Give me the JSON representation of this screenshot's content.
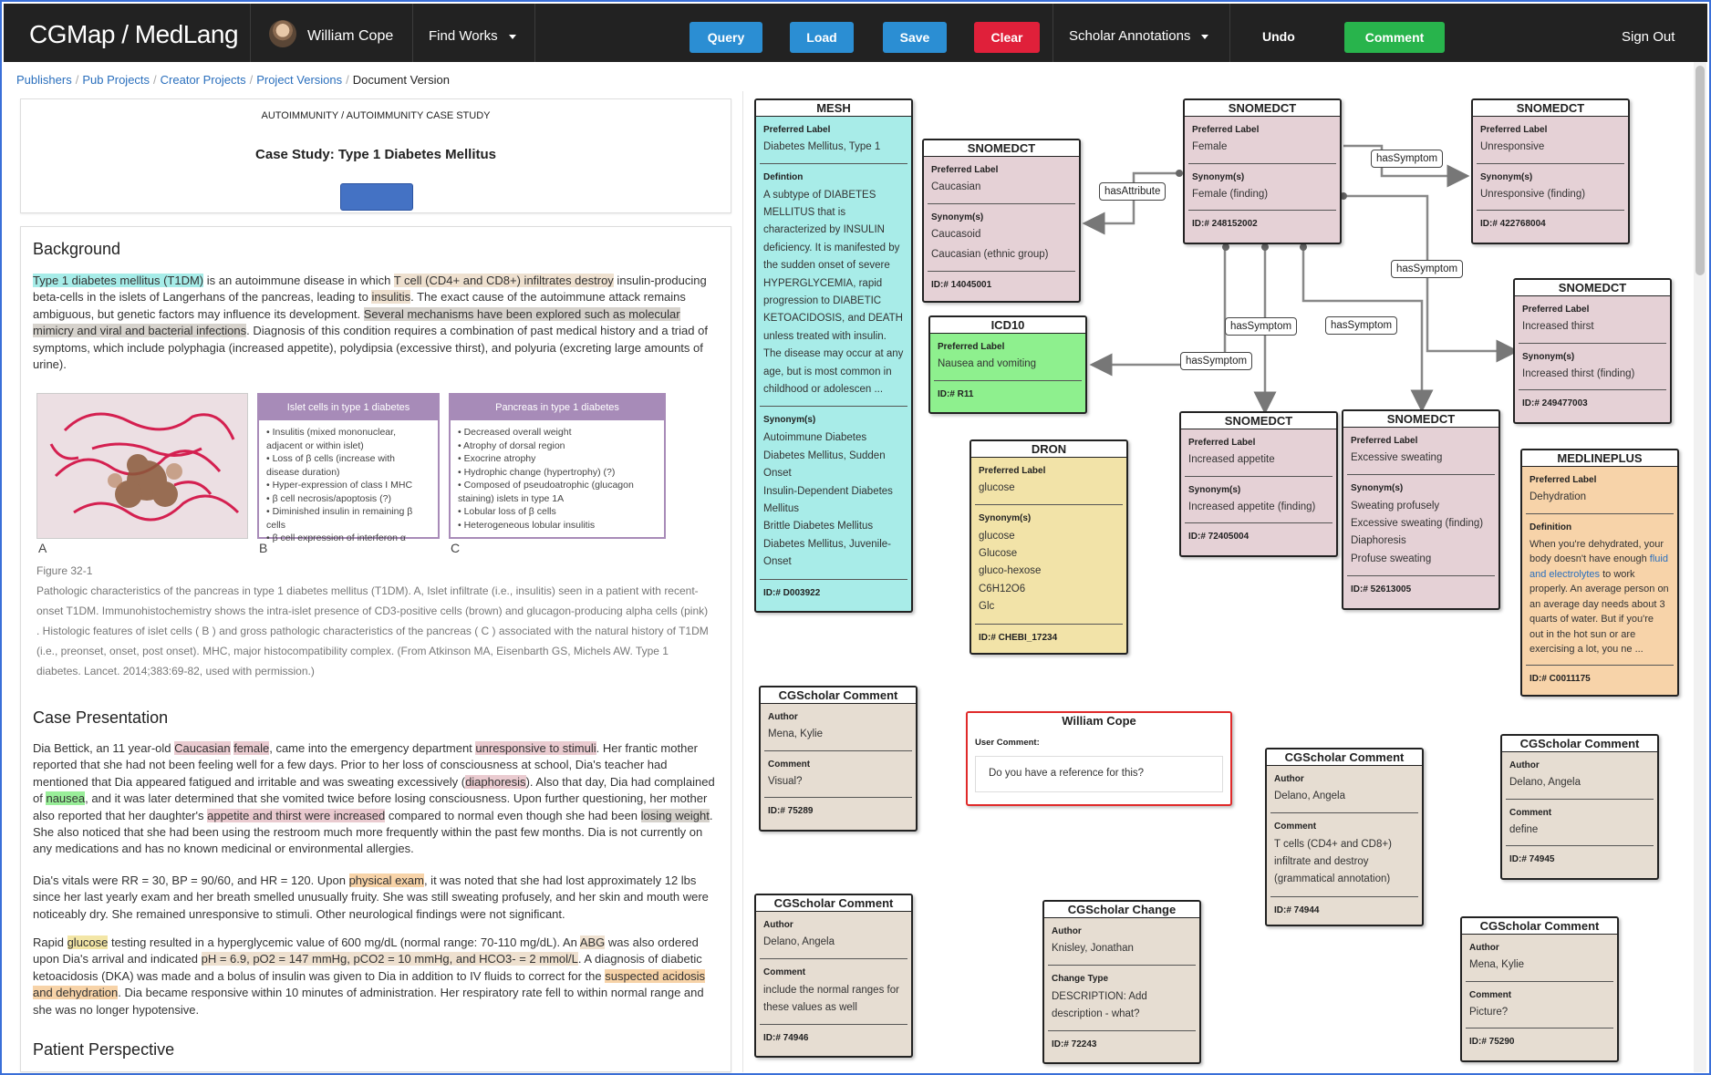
{
  "brand": "CGMap / MedLang",
  "topbar": {
    "user_name": "William Cope",
    "find_works": "Find Works",
    "query": "Query",
    "load": "Load",
    "save": "Save",
    "clear": "Clear",
    "scholar_annotations": "Scholar Annotations",
    "undo": "Undo",
    "comment": "Comment",
    "sign_out": "Sign Out",
    "colors": {
      "blue": "#2b8ed3",
      "red": "#e0203a",
      "green": "#28b44c",
      "bar": "#222222"
    }
  },
  "breadcrumb": {
    "items": [
      "Publishers",
      "Pub Projects",
      "Creator Projects",
      "Project Versions"
    ],
    "current": "Document Version"
  },
  "doc": {
    "category": "AUTOIMMUNITY / AUTOIMMUNITY CASE STUDY",
    "title": "Case Study: Type 1 Diabetes Mellitus",
    "background_heading": "Background",
    "bg": {
      "t1": "Type 1 diabetes mellitus (T1DM)",
      "t2": " is an autoimmune disease in which ",
      "t3": "T cell (CD4+ and CD8+) infiltrates destroy",
      "t4": " insulin-producing beta-cells in the islets of Langerhans of the pancreas, leading to ",
      "t5": "insulitis",
      "t6": ". The exact cause of the autoimmune attack remains ambiguous, but genetic factors may influence its development. ",
      "t7": "Several mechanisms have been explored such as molecular mimicry and viral and bacterial infections",
      "t8": ". Diagnosis of this condition requires a combination of past medical history and a triad of symptoms, which include polyphagia (increased appetite), polydipsia (excessive thirst), and polyuria (excreting large amounts of urine)."
    },
    "figure": {
      "box_b_title": "Islet cells in type 1 diabetes",
      "box_b_items": [
        "Insulitis (mixed mononuclear, adjacent or within islet)",
        "Loss of β cells (increase with disease duration)",
        "Hyper-expression of class I MHC",
        "β cell necrosis/apoptosis (?)",
        "Diminished insulin in remaining β cells",
        "β cell expression of interferon α"
      ],
      "box_c_title": "Pancreas in type 1 diabetes",
      "box_c_items": [
        "Decreased overall weight",
        "Atrophy of dorsal region",
        "Exocrine atrophy",
        "Hydrophic change (hypertrophy) (?)",
        "Composed of pseudoatrophic (glucagon staining) islets in type 1A",
        "Lobular loss of β cells",
        "Heterogeneous lobular insulitis"
      ],
      "letter_a": "A",
      "letter_b": "B",
      "letter_c": "C",
      "caption_label": "Figure 32-1",
      "caption_text": "Pathologic characteristics of the pancreas in type 1 diabetes mellitus (T1DM). A, Islet infiltrate (i.e., insulitis) seen in a patient with recent-onset T1DM. Immunohistochemistry shows the intra-islet presence of CD3-positive cells (brown) and glucagon-producing alpha cells (pink) . Histologic features of islet cells ( B ) and gross pathologic characteristics of the pancreas ( C ) associated with the natural history of T1DM (i.e., preonset, onset, post onset). MHC, major histocompatibility complex. (From Atkinson MA, Eisenbarth GS, Michels AW. Type 1 diabetes. Lancet. 2014;383:69-82, used with permission.)"
    },
    "case_heading": "Case Presentation",
    "cp1": {
      "t1": "Dia Bettick, an 11 year-old ",
      "t2": "Caucasian",
      "t3": " ",
      "t4": "female",
      "t5": ", came into the emergency department ",
      "t6": "unresponsive to stimuli",
      "t7": ". Her frantic mother reported that she had not been feeling well for a few days. Prior to her loss of consciousness at school, Dia's teacher had mentioned that Dia appeared fatigued and irritable and was sweating excessively (",
      "t8": "diaphoresis",
      "t9": "). Also that day, Dia had complained of ",
      "t10": "nausea",
      "t11": ", and it was later determined that she vomited twice before losing consciousness. Upon further questioning, her mother also reported that her daughter's ",
      "t12": "appetite and thirst were increased",
      "t13": " compared to normal even though she had been ",
      "t14": "losing weight",
      "t15": ". She also noticed that she had been using the restroom much more frequently within the past few months. Dia is not currently on any medications and has no known medicinal or environmental allergies."
    },
    "cp2": {
      "t1": "Dia's vitals were RR = 30, BP = 90/60, and HR = 120. Upon ",
      "t2": "physical exam",
      "t3": ", it was noted that she had lost approximately 12 lbs since her last yearly exam and her breath smelled unusually fruity. She was still sweating profusely, and her skin and mouth were noticeably dry. She remained unresponsive to stimuli. Other neurological findings were not significant."
    },
    "cp3": {
      "t1": "Rapid ",
      "t2": "glucose",
      "t3": " testing resulted in a hyperglycemic value of 600 mg/dL (normal range: 70-110 mg/dL). An ",
      "t4": "ABG",
      "t5": " was also ordered upon Dia's arrival and indicated ",
      "t6": "pH = 6.9, pO2 = 147 mmHg, pCO2 = 10 mmHg, and HCO3- = 2 mmol/L",
      "t7": ". A diagnosis of diabetic ketoacidosis (DKA) was made and a bolus of insulin was given to Dia in addition to IV fluids to correct for the ",
      "t8": "suspected acidosis and dehydration",
      "t9": ". Dia became responsive within 10 minutes of administration. Her respiratory rate fell to within normal range and she was no longer hypotensive."
    },
    "patient_heading": "Patient Perspective"
  },
  "links": {
    "hasAttribute": "hasAttribute",
    "hasSymptom": "hasSymptom"
  },
  "cards": {
    "mesh": {
      "source": "MESH",
      "pref_label": "Preferred Label",
      "pref": "Diabetes Mellitus, Type 1",
      "def_label": "Defintion",
      "def": "A subtype of DIABETES MELLITUS that is characterized by INSULIN deficiency. It is manifested by the sudden onset of severe HYPERGLYCEMIA, rapid progression to DIABETIC KETOACIDOSIS, and DEATH unless treated with insulin. The disease may occur at any age, but is most common in childhood or adolescen ...",
      "syn_label": "Synonym(s)",
      "syn": [
        "Autoimmune Diabetes",
        "Diabetes Mellitus, Sudden Onset",
        "Insulin-Dependent Diabetes Mellitus",
        "Brittle Diabetes Mellitus",
        "Diabetes Mellitus, Juvenile-Onset"
      ],
      "id": "ID:# D003922"
    },
    "caucasian": {
      "source": "SNOMEDCT",
      "pref_label": "Preferred Label",
      "pref": "Caucasian",
      "syn_label": "Synonym(s)",
      "syn": [
        "Caucasoid",
        "Caucasian (ethnic group)"
      ],
      "id": "ID:# 14045001"
    },
    "female": {
      "source": "SNOMEDCT",
      "pref_label": "Preferred Label",
      "pref": "Female",
      "syn_label": "Synonym(s)",
      "syn": [
        "Female (finding)"
      ],
      "id": "ID:# 248152002"
    },
    "unresponsive": {
      "source": "SNOMEDCT",
      "pref_label": "Preferred Label",
      "pref": "Unresponsive",
      "syn_label": "Synonym(s)",
      "syn": [
        "Unresponsive (finding)"
      ],
      "id": "ID:# 422768004"
    },
    "thirst": {
      "source": "SNOMEDCT",
      "pref_label": "Preferred Label",
      "pref": "Increased thirst",
      "syn_label": "Synonym(s)",
      "syn": [
        "Increased thirst (finding)"
      ],
      "id": "ID:# 249477003"
    },
    "icd10": {
      "source": "ICD10",
      "pref_label": "Preferred Label",
      "pref": "Nausea and vomiting",
      "id": "ID:# R11"
    },
    "appetite": {
      "source": "SNOMEDCT",
      "pref_label": "Preferred Label",
      "pref": "Increased appetite",
      "syn_label": "Synonym(s)",
      "syn": [
        "Increased appetite (finding)"
      ],
      "id": "ID:# 72405004"
    },
    "sweating": {
      "source": "SNOMEDCT",
      "pref_label": "Preferred Label",
      "pref": "Excessive sweating",
      "syn_label": "Synonym(s)",
      "syn": [
        "Sweating profusely",
        "Excessive sweating (finding)",
        "Diaphoresis",
        "Profuse sweating"
      ],
      "id": "ID:# 52613005"
    },
    "dron": {
      "source": "DRON",
      "pref_label": "Preferred Label",
      "pref": "glucose",
      "syn_label": "Synonym(s)",
      "syn": [
        "glucose",
        "Glucose",
        "gluco-hexose",
        "C6H12O6",
        "Glc"
      ],
      "id": "ID:# CHEBI_17234"
    },
    "medline": {
      "source": "MEDLINEPLUS",
      "pref_label": "Preferred Label",
      "pref": "Dehydration",
      "def_label": "Definition",
      "def_a": "When you're dehydrated, your body doesn't have enough ",
      "def_link": "fluid and electrolytes",
      "def_b": " to work properly. An average person on an average day needs about 3 quarts of water. But if you're out in the hot sun or are exercising a lot, you ne ...",
      "id": "ID:# C0011175"
    },
    "c75289": {
      "source": "CGScholar Comment",
      "author_label": "Author",
      "author": "Mena, Kylie",
      "comment_label": "Comment",
      "comment": "Visual?",
      "id": "ID:# 75289"
    },
    "user_comment": {
      "source": "William Cope",
      "label": "User Comment:",
      "text": "Do you have a reference for this?"
    },
    "c74944": {
      "source": "CGScholar Comment",
      "author_label": "Author",
      "author": "Delano, Angela",
      "comment_label": "Comment",
      "comment": "T cells (CD4+ and CD8+) infiltrate and destroy (grammatical annotation)",
      "id": "ID:# 74944"
    },
    "c74945": {
      "source": "CGScholar Comment",
      "author_label": "Author",
      "author": "Delano, Angela",
      "comment_label": "Comment",
      "comment": "define",
      "id": "ID:# 74945"
    },
    "c74946": {
      "source": "CGScholar Comment",
      "author_label": "Author",
      "author": "Delano, Angela",
      "comment_label": "Comment",
      "comment": "include the normal ranges for these values as well",
      "id": "ID:# 74946"
    },
    "c72243": {
      "source": "CGScholar Change",
      "author_label": "Author",
      "author": "Knisley, Jonathan",
      "change_label": "Change Type",
      "change": "DESCRIPTION: Add description - what?",
      "id": "ID:# 72243"
    },
    "c75290": {
      "source": "CGScholar Comment",
      "author_label": "Author",
      "author": "Mena, Kylie",
      "comment_label": "Comment",
      "comment": "Picture?",
      "id": "ID:# 75290"
    }
  }
}
